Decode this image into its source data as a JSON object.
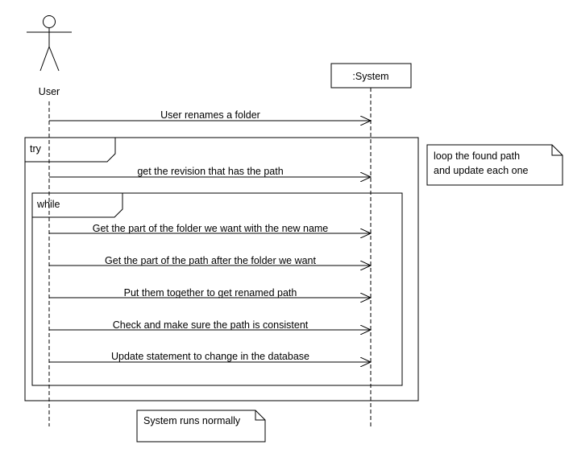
{
  "diagram": {
    "actor_label": "User",
    "system_label": ":System",
    "messages": [
      "User renames a folder",
      "get the revision that has the path",
      "Get the part of the folder we want with the new name",
      "Get the part of the path after the folder we want",
      "Put them together to get renamed path",
      "Check and make sure the path is consistent",
      "Update statement to change in the database"
    ],
    "fragments": {
      "try": "try",
      "while": "while"
    },
    "notes": {
      "loop": [
        "loop the found path",
        "and update each one"
      ],
      "end": "System runs normally"
    }
  }
}
